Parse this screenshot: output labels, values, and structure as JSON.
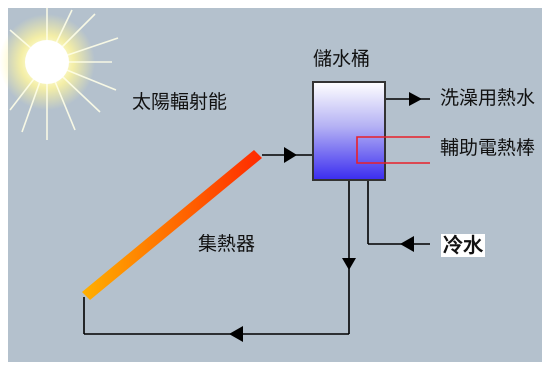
{
  "labels": {
    "solar_energy": "太陽輻射能",
    "storage_tank": "儲水桶",
    "bath_water": "洗澡用熱水",
    "aux_heater": "輔助電熱棒",
    "collector": "集熱器",
    "cold_water": "冷水"
  },
  "colors": {
    "background": "#b4c1cd",
    "pipe": "#000000",
    "collector_gradient": [
      "#ffb000",
      "#ff2a00"
    ],
    "tank_gradient": [
      "#ffffff",
      "#3a2cf0"
    ],
    "heater_line": "#e8202a"
  }
}
